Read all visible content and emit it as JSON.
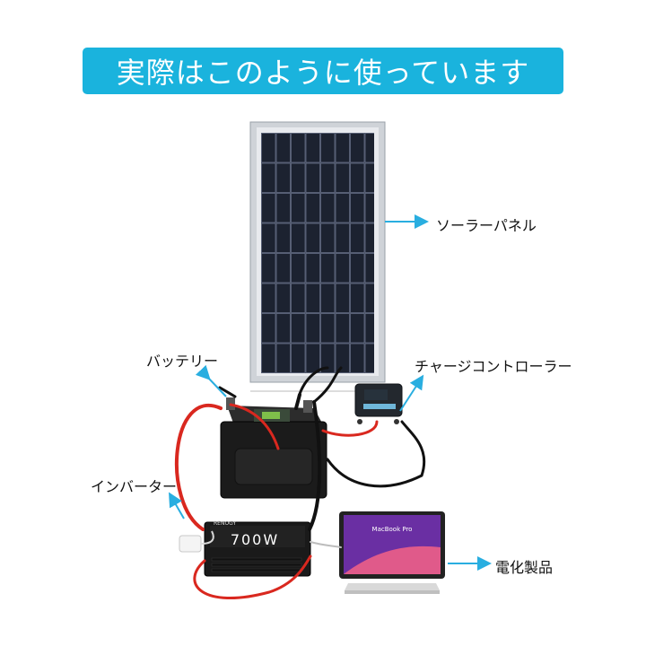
{
  "banner": {
    "title": "実際はこのように使っています"
  },
  "callouts": {
    "solar_panel": "ソーラーパネル",
    "battery": "バッテリー",
    "charge_controller": "チャージコントローラー",
    "inverter": "インバーター",
    "appliance": "電化製品"
  },
  "inverter": {
    "model": "700W",
    "brand": "RENOGY"
  },
  "laptop": {
    "screen_text": "MacBook Pro"
  },
  "colors": {
    "banner": "#1ab3dd",
    "arrow": "#29aee0",
    "cable_red": "#d9281f"
  },
  "icons": [
    "arrow-right-icon",
    "arrow-up-icon"
  ]
}
